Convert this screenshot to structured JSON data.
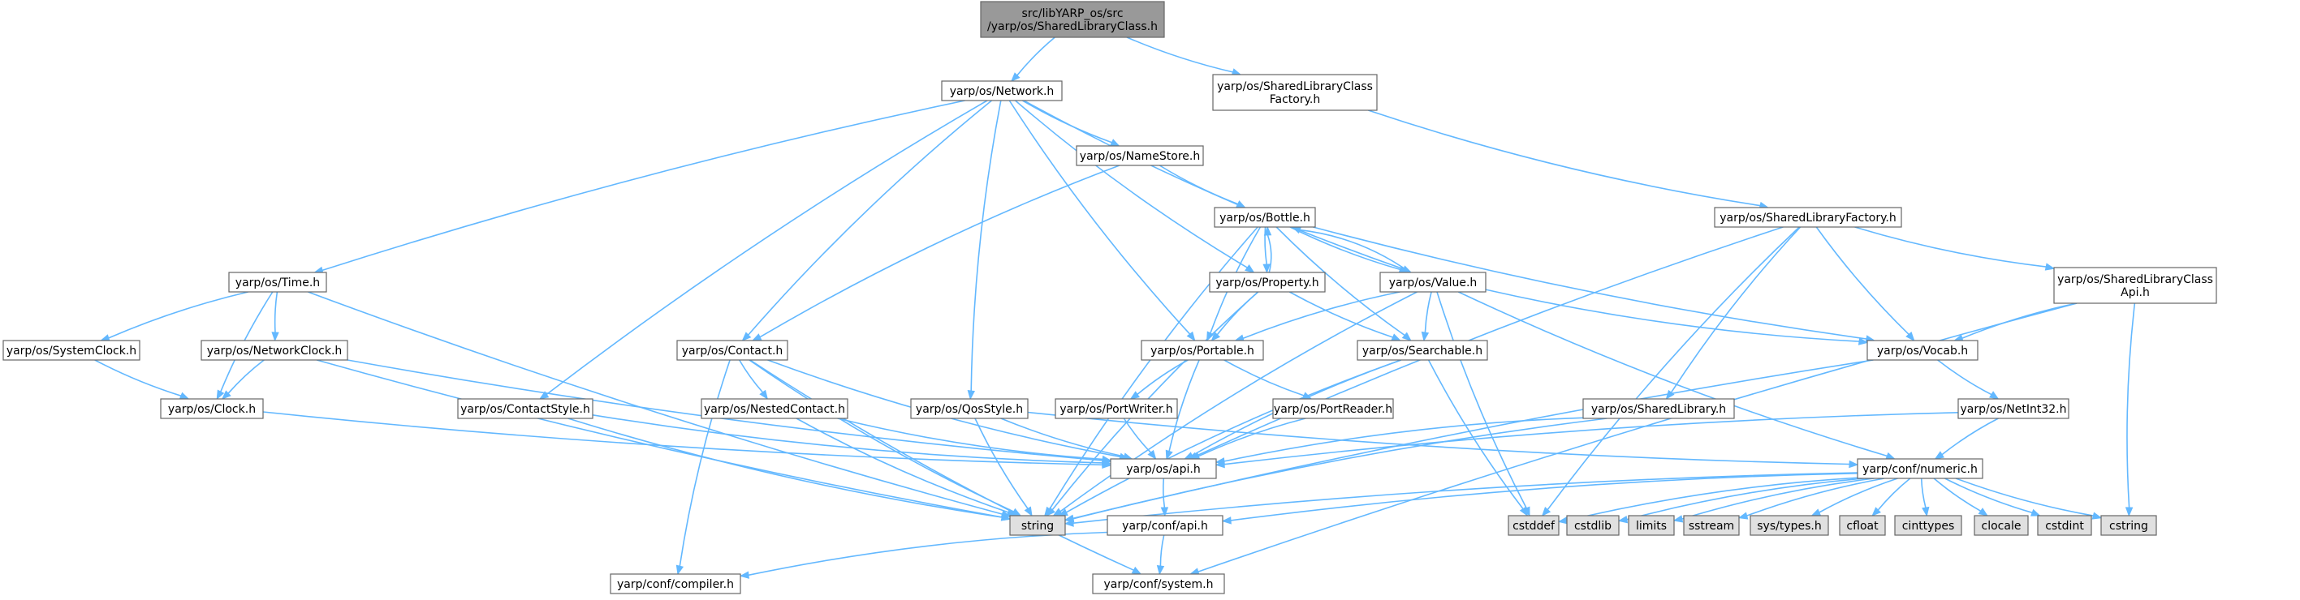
{
  "colors": {
    "root_fill": "#999999",
    "node_fill": "#ffffff",
    "std_fill": "#e0e0e0",
    "border": "#666666",
    "edge": "#63b8ff"
  },
  "nodes": [
    {
      "id": "root",
      "lines": [
        "src/libYARP_os/src",
        "/yarp/os/SharedLibraryClass.h"
      ],
      "kind": "root"
    },
    {
      "id": "network",
      "lines": [
        "yarp/os/Network.h"
      ],
      "kind": "header"
    },
    {
      "id": "slcfactory",
      "lines": [
        "yarp/os/SharedLibraryClass",
        "Factory.h"
      ],
      "kind": "header"
    },
    {
      "id": "namestore",
      "lines": [
        "yarp/os/NameStore.h"
      ],
      "kind": "header"
    },
    {
      "id": "bottle",
      "lines": [
        "yarp/os/Bottle.h"
      ],
      "kind": "header"
    },
    {
      "id": "slfactory",
      "lines": [
        "yarp/os/SharedLibraryFactory.h"
      ],
      "kind": "header"
    },
    {
      "id": "time",
      "lines": [
        "yarp/os/Time.h"
      ],
      "kind": "header"
    },
    {
      "id": "property",
      "lines": [
        "yarp/os/Property.h"
      ],
      "kind": "header"
    },
    {
      "id": "value",
      "lines": [
        "yarp/os/Value.h"
      ],
      "kind": "header"
    },
    {
      "id": "slcapi",
      "lines": [
        "yarp/os/SharedLibraryClass",
        "Api.h"
      ],
      "kind": "header"
    },
    {
      "id": "sysclock",
      "lines": [
        "yarp/os/SystemClock.h"
      ],
      "kind": "header"
    },
    {
      "id": "netclock",
      "lines": [
        "yarp/os/NetworkClock.h"
      ],
      "kind": "header"
    },
    {
      "id": "contact",
      "lines": [
        "yarp/os/Contact.h"
      ],
      "kind": "header"
    },
    {
      "id": "portable",
      "lines": [
        "yarp/os/Portable.h"
      ],
      "kind": "header"
    },
    {
      "id": "searchable",
      "lines": [
        "yarp/os/Searchable.h"
      ],
      "kind": "header"
    },
    {
      "id": "vocab",
      "lines": [
        "yarp/os/Vocab.h"
      ],
      "kind": "header"
    },
    {
      "id": "clock",
      "lines": [
        "yarp/os/Clock.h"
      ],
      "kind": "header"
    },
    {
      "id": "contactstyle",
      "lines": [
        "yarp/os/ContactStyle.h"
      ],
      "kind": "header"
    },
    {
      "id": "nestedcontact",
      "lines": [
        "yarp/os/NestedContact.h"
      ],
      "kind": "header"
    },
    {
      "id": "qosstyle",
      "lines": [
        "yarp/os/QosStyle.h"
      ],
      "kind": "header"
    },
    {
      "id": "portwriter",
      "lines": [
        "yarp/os/PortWriter.h"
      ],
      "kind": "header"
    },
    {
      "id": "portreader",
      "lines": [
        "yarp/os/PortReader.h"
      ],
      "kind": "header"
    },
    {
      "id": "sharedlib",
      "lines": [
        "yarp/os/SharedLibrary.h"
      ],
      "kind": "header"
    },
    {
      "id": "netint32",
      "lines": [
        "yarp/os/NetInt32.h"
      ],
      "kind": "header"
    },
    {
      "id": "api",
      "lines": [
        "yarp/os/api.h"
      ],
      "kind": "header"
    },
    {
      "id": "numeric",
      "lines": [
        "yarp/conf/numeric.h"
      ],
      "kind": "header"
    },
    {
      "id": "string",
      "lines": [
        "string"
      ],
      "kind": "std"
    },
    {
      "id": "confapi",
      "lines": [
        "yarp/conf/api.h"
      ],
      "kind": "header"
    },
    {
      "id": "cstddef",
      "lines": [
        "cstddef"
      ],
      "kind": "std"
    },
    {
      "id": "cstdlib",
      "lines": [
        "cstdlib"
      ],
      "kind": "std"
    },
    {
      "id": "limits",
      "lines": [
        "limits"
      ],
      "kind": "std"
    },
    {
      "id": "sstream",
      "lines": [
        "sstream"
      ],
      "kind": "std"
    },
    {
      "id": "systypes",
      "lines": [
        "sys/types.h"
      ],
      "kind": "std"
    },
    {
      "id": "cfloat",
      "lines": [
        "cfloat"
      ],
      "kind": "std"
    },
    {
      "id": "cinttypes",
      "lines": [
        "cinttypes"
      ],
      "kind": "std"
    },
    {
      "id": "clocale",
      "lines": [
        "clocale"
      ],
      "kind": "std"
    },
    {
      "id": "cstdint",
      "lines": [
        "cstdint"
      ],
      "kind": "std"
    },
    {
      "id": "cstring",
      "lines": [
        "cstring"
      ],
      "kind": "std"
    },
    {
      "id": "compiler",
      "lines": [
        "yarp/conf/compiler.h"
      ],
      "kind": "header"
    },
    {
      "id": "system",
      "lines": [
        "yarp/conf/system.h"
      ],
      "kind": "header"
    }
  ],
  "edges": [
    [
      "root",
      "network"
    ],
    [
      "root",
      "slcfactory"
    ],
    [
      "network",
      "namestore"
    ],
    [
      "network",
      "time"
    ],
    [
      "network",
      "contact"
    ],
    [
      "network",
      "contactstyle"
    ],
    [
      "network",
      "qosstyle"
    ],
    [
      "network",
      "property"
    ],
    [
      "network",
      "value"
    ],
    [
      "network",
      "portable"
    ],
    [
      "slcfactory",
      "slfactory"
    ],
    [
      "namestore",
      "bottle"
    ],
    [
      "namestore",
      "contact"
    ],
    [
      "bottle",
      "property"
    ],
    [
      "bottle",
      "value"
    ],
    [
      "bottle",
      "portable"
    ],
    [
      "bottle",
      "searchable"
    ],
    [
      "bottle",
      "vocab"
    ],
    [
      "bottle",
      "string"
    ],
    [
      "property",
      "bottle"
    ],
    [
      "value",
      "bottle"
    ],
    [
      "slfactory",
      "sharedlib"
    ],
    [
      "slfactory",
      "slcapi"
    ],
    [
      "slfactory",
      "vocab"
    ],
    [
      "slfactory",
      "api"
    ],
    [
      "slfactory",
      "cstddef"
    ],
    [
      "time",
      "sysclock"
    ],
    [
      "time",
      "netclock"
    ],
    [
      "time",
      "clock"
    ],
    [
      "time",
      "string"
    ],
    [
      "property",
      "portable"
    ],
    [
      "property",
      "searchable"
    ],
    [
      "property",
      "string"
    ],
    [
      "value",
      "portable"
    ],
    [
      "value",
      "searchable"
    ],
    [
      "value",
      "vocab"
    ],
    [
      "value",
      "numeric"
    ],
    [
      "value",
      "string"
    ],
    [
      "value",
      "cstddef"
    ],
    [
      "slcapi",
      "vocab"
    ],
    [
      "slcapi",
      "cstring"
    ],
    [
      "slcapi",
      "system"
    ],
    [
      "sysclock",
      "clock"
    ],
    [
      "netclock",
      "clock"
    ],
    [
      "netclock",
      "api"
    ],
    [
      "netclock",
      "string"
    ],
    [
      "contact",
      "nestedcontact"
    ],
    [
      "contact",
      "api"
    ],
    [
      "contact",
      "string"
    ],
    [
      "contact",
      "compiler"
    ],
    [
      "contact",
      "system"
    ],
    [
      "portable",
      "portwriter"
    ],
    [
      "portable",
      "portreader"
    ],
    [
      "portable",
      "api"
    ],
    [
      "searchable",
      "api"
    ],
    [
      "searchable",
      "string"
    ],
    [
      "searchable",
      "cstddef"
    ],
    [
      "vocab",
      "netint32"
    ],
    [
      "vocab",
      "string"
    ],
    [
      "clock",
      "api"
    ],
    [
      "contactstyle",
      "api"
    ],
    [
      "contactstyle",
      "string"
    ],
    [
      "nestedcontact",
      "api"
    ],
    [
      "nestedcontact",
      "string"
    ],
    [
      "qosstyle",
      "api"
    ],
    [
      "qosstyle",
      "string"
    ],
    [
      "qosstyle",
      "numeric"
    ],
    [
      "portwriter",
      "api"
    ],
    [
      "portreader",
      "api"
    ],
    [
      "sharedlib",
      "api"
    ],
    [
      "sharedlib",
      "string"
    ],
    [
      "netint32",
      "api"
    ],
    [
      "netint32",
      "numeric"
    ],
    [
      "api",
      "confapi"
    ],
    [
      "numeric",
      "confapi"
    ],
    [
      "numeric",
      "cstddef"
    ],
    [
      "numeric",
      "cstdlib"
    ],
    [
      "numeric",
      "limits"
    ],
    [
      "numeric",
      "sstream"
    ],
    [
      "numeric",
      "systypes"
    ],
    [
      "numeric",
      "cfloat"
    ],
    [
      "numeric",
      "cinttypes"
    ],
    [
      "numeric",
      "clocale"
    ],
    [
      "numeric",
      "cstdint"
    ],
    [
      "numeric",
      "cstring"
    ],
    [
      "numeric",
      "string"
    ],
    [
      "confapi",
      "compiler"
    ],
    [
      "confapi",
      "system"
    ]
  ]
}
